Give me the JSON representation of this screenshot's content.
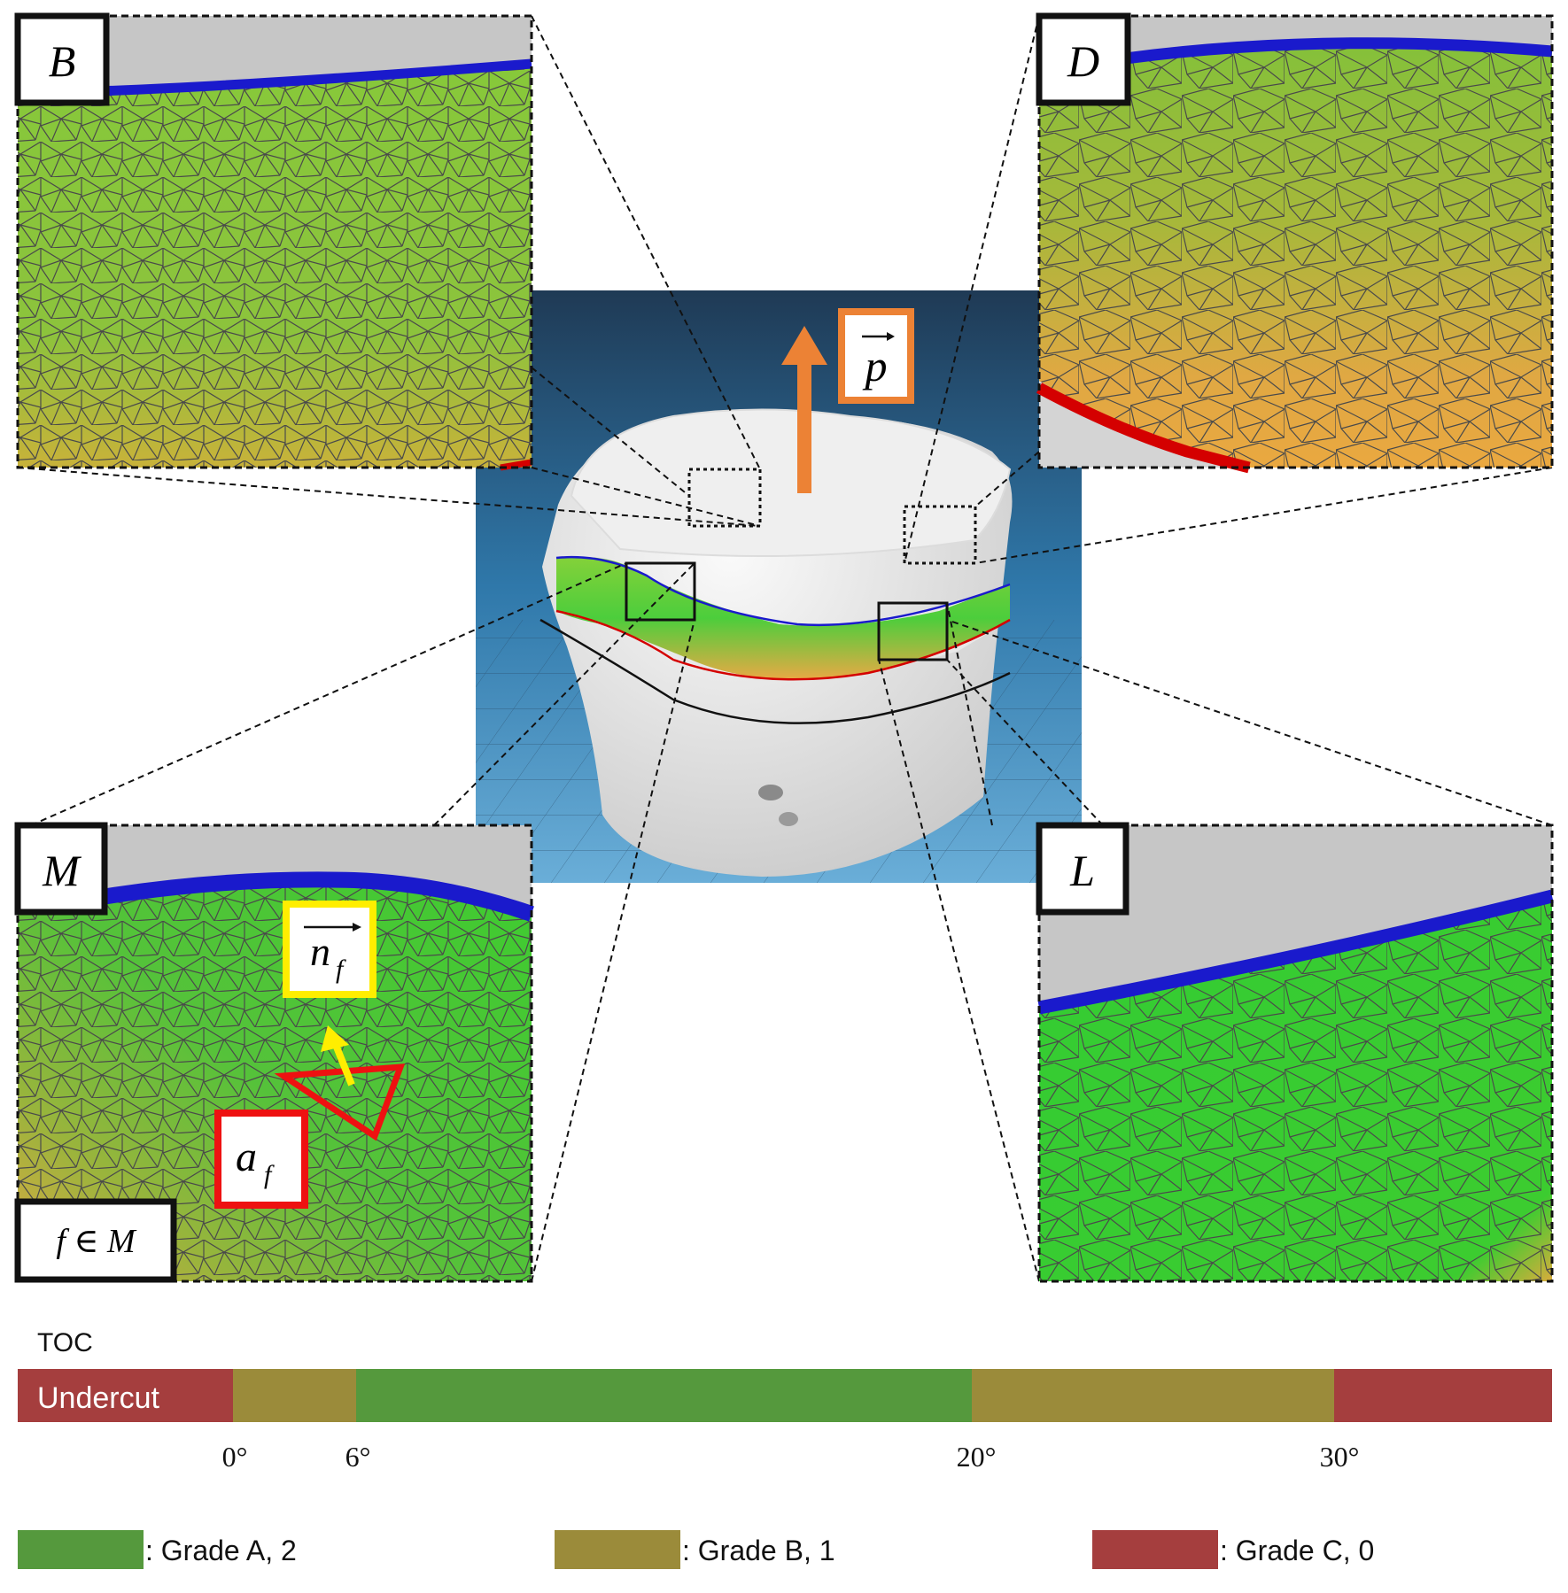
{
  "panels": {
    "B": {
      "label": "B"
    },
    "D": {
      "label": "D"
    },
    "M": {
      "label": "M",
      "normal_label": "n",
      "normal_sub": "f",
      "area_label": "a",
      "area_sub": "f",
      "set_label": "f ∈ M"
    },
    "L": {
      "label": "L"
    }
  },
  "center": {
    "vector_label": "p"
  },
  "toc": {
    "title": "TOC",
    "undercut_label": "Undercut",
    "ticks": [
      "0°",
      "6°",
      "20°",
      "30°"
    ],
    "segments": [
      {
        "grade": "C",
        "color": "#a53e3e"
      },
      {
        "grade": "B",
        "color": "#9b8b3a"
      },
      {
        "grade": "A",
        "color": "#55993d"
      },
      {
        "grade": "B",
        "color": "#9b8b3a"
      },
      {
        "grade": "C",
        "color": "#a53e3e"
      }
    ]
  },
  "legend": [
    {
      "label": ": Grade A, 2",
      "color": "#55993d"
    },
    {
      "label": ": Grade B, 1",
      "color": "#9b8b3a"
    },
    {
      "label": ": Grade C, 0",
      "color": "#a53e3e"
    }
  ],
  "colors": {
    "margin_line": "#1a1acc",
    "undercut_line": "#d40000",
    "vector": "#ec8235",
    "normal": "#ffee00",
    "face": "#ee1111"
  }
}
